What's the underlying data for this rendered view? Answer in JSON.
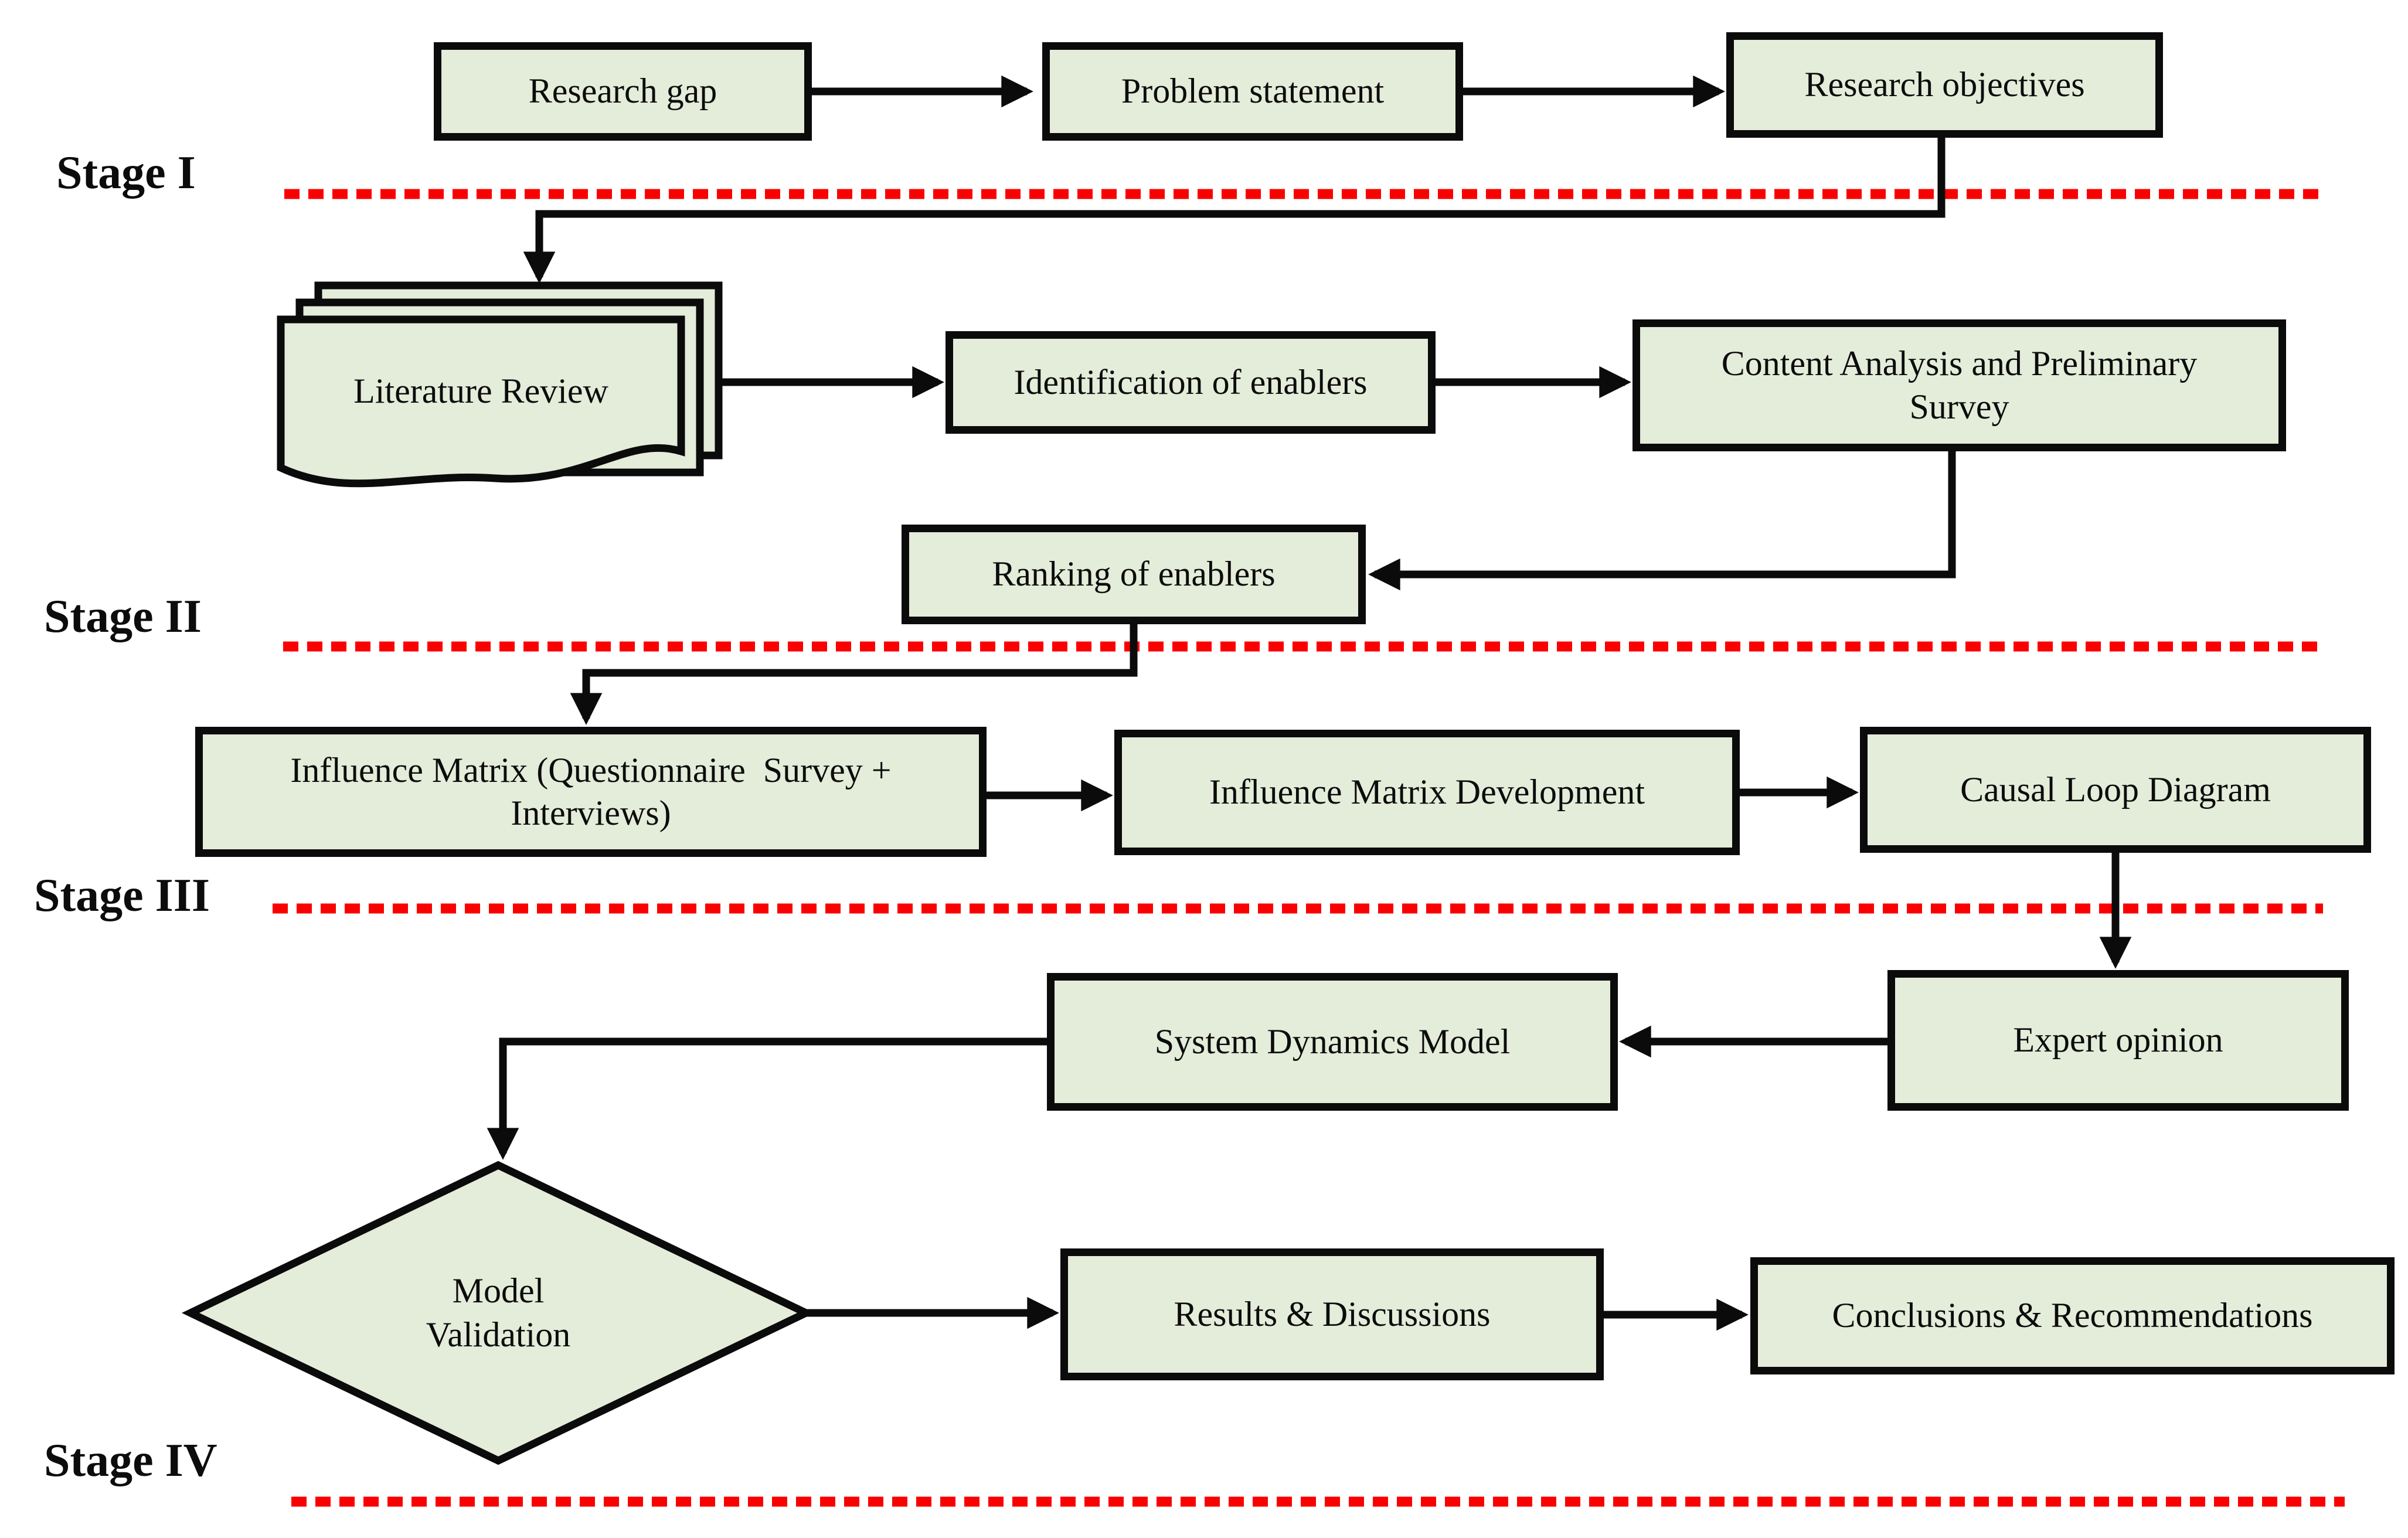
{
  "stages": [
    {
      "label": "Stage I"
    },
    {
      "label": "Stage II"
    },
    {
      "label": "Stage III"
    },
    {
      "label": "Stage IV"
    }
  ],
  "nodes": {
    "research_gap": {
      "label": "Research gap"
    },
    "problem_statement": {
      "label": "Problem statement"
    },
    "research_objectives": {
      "label": "Research objectives"
    },
    "literature_review": {
      "label": "Literature Review"
    },
    "identification_of_enablers": {
      "label": "Identification of enablers"
    },
    "content_analysis": {
      "label": "Content Analysis and Preliminary\nSurvey"
    },
    "ranking_of_enablers": {
      "label": "Ranking of enablers"
    },
    "influence_matrix": {
      "label": "Influence Matrix (Questionnaire  Survey +\nInterviews)"
    },
    "influence_matrix_development": {
      "label": "Influence Matrix Development"
    },
    "causal_loop_diagram": {
      "label": "Causal Loop Diagram"
    },
    "expert_opinion": {
      "label": "Expert opinion"
    },
    "system_dynamics_model": {
      "label": "System Dynamics Model"
    },
    "model_validation": {
      "label": "Model\nValidation"
    },
    "results_discussions": {
      "label": "Results & Discussions"
    },
    "conclusions_recommendations": {
      "label": "Conclusions & Recommendations"
    }
  },
  "colors": {
    "node_fill": "#e4ecda",
    "node_border": "#0b0b0b",
    "connector": "#0b0b0b",
    "stage_divider": "#fb0000",
    "background": "#ffffff",
    "text": "#0c0c0c"
  }
}
